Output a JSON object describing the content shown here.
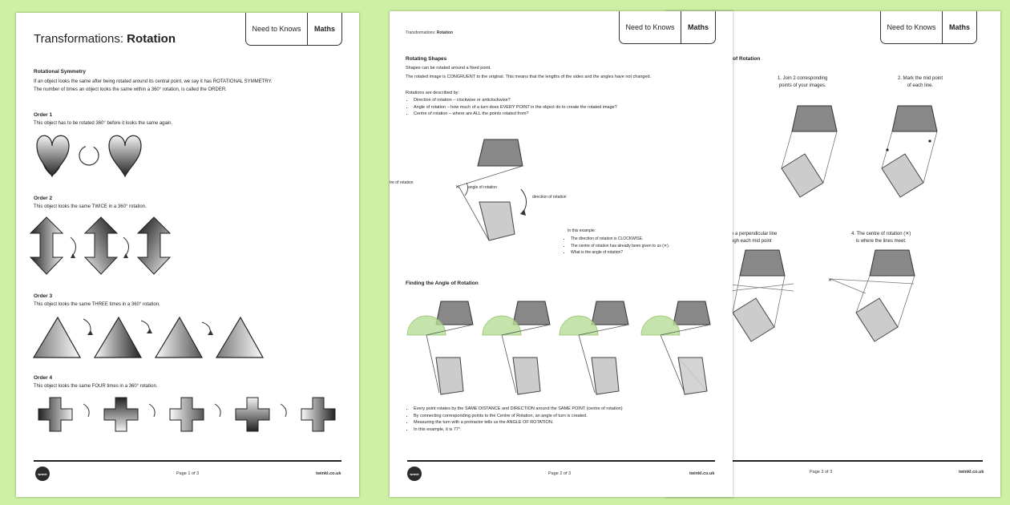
{
  "header": {
    "need_to_knows": "Need to Knows",
    "maths": "Maths"
  },
  "page1": {
    "title_light": "Transformations: ",
    "title_bold": "Rotation",
    "section_heading": "Rotational Symmetry",
    "intro_line1": "If an object looks the same after being rotated around its central point, we say it has ROTATIONAL SYMMETRY.",
    "intro_line2": "The number of times an object looks the same within a 360° rotation, is called the ORDER.",
    "order1_heading": "Order 1",
    "order1_text": "This object has to be rotated 360° before it looks the same again.",
    "order2_heading": "Order 2",
    "order2_text": "This object looks the same TWICE in a 360° rotation.",
    "order3_heading": "Order 3",
    "order3_text": "This object looks the same THREE times in a 360° rotation.",
    "order4_heading": "Order 4",
    "order4_text": "This object looks the same FOUR times in a 360° rotation.",
    "footer_page": "Page 1 of 3",
    "footer_site": "twinkl.co.uk",
    "logo_text": "twinkl"
  },
  "page2": {
    "running_head_light": "Transformations: ",
    "running_head_bold": "Rotation",
    "heading": "Rotating Shapes",
    "line1": "Shapes can be rotated around a fixed point.",
    "line2": "The rotated image is CONGRUENT to the original. This means that the lengths of the sides and the angles have not changed.",
    "described_by": "Rotations are described by:",
    "bullets": [
      "Direction of rotation – clockwise or anticlockwise?",
      "Angle of rotation – how much of a turn does EVERY POINT in the object do to create the rotated image?",
      "Centre of rotation – where are ALL the points rotated from?"
    ],
    "label_centre": "centre of rotation",
    "label_angle": "angle of rotation",
    "label_direction": "direction of rotation",
    "example_intro": "In this example:",
    "example_bullets": [
      "The direction of rotation is CLOCKWISE.",
      "The centre of rotation has already been given to us (✕).",
      "What is the angle of rotation?"
    ],
    "heading2": "Finding the Angle of Rotation",
    "bottom_bullets": [
      "Every point rotates by the SAME DISTANCE and DIRECTION around the SAME POINT (centre of rotation)",
      "By connecting corresponding points to the Centre of Rotation, an angle of turn is created.",
      "Measuring the turn with a protractor tells us the ANGLE OF ROTATION.",
      "In this example, it is 77°."
    ],
    "footer_page": "Page 2 of 3",
    "footer_site": "twinkl.co.uk",
    "logo_text": "twinkl"
  },
  "page3": {
    "partial_heading": "of Rotation",
    "step1_line1": "1.  Join 2 corresponding",
    "step1_line2": "points of your images.",
    "step2_line1": "2.  Mark the mid point",
    "step2_line2": "of each line.",
    "step3_line1": "e a perpendicular line",
    "step3_line2": "ugh each mid point",
    "step4_line1": "4.  The centre of rotation (✕)",
    "step4_line2": "is where the lines meet.",
    "footer_page": "Page 3 of 3",
    "footer_site": "twinkl.co.uk"
  }
}
